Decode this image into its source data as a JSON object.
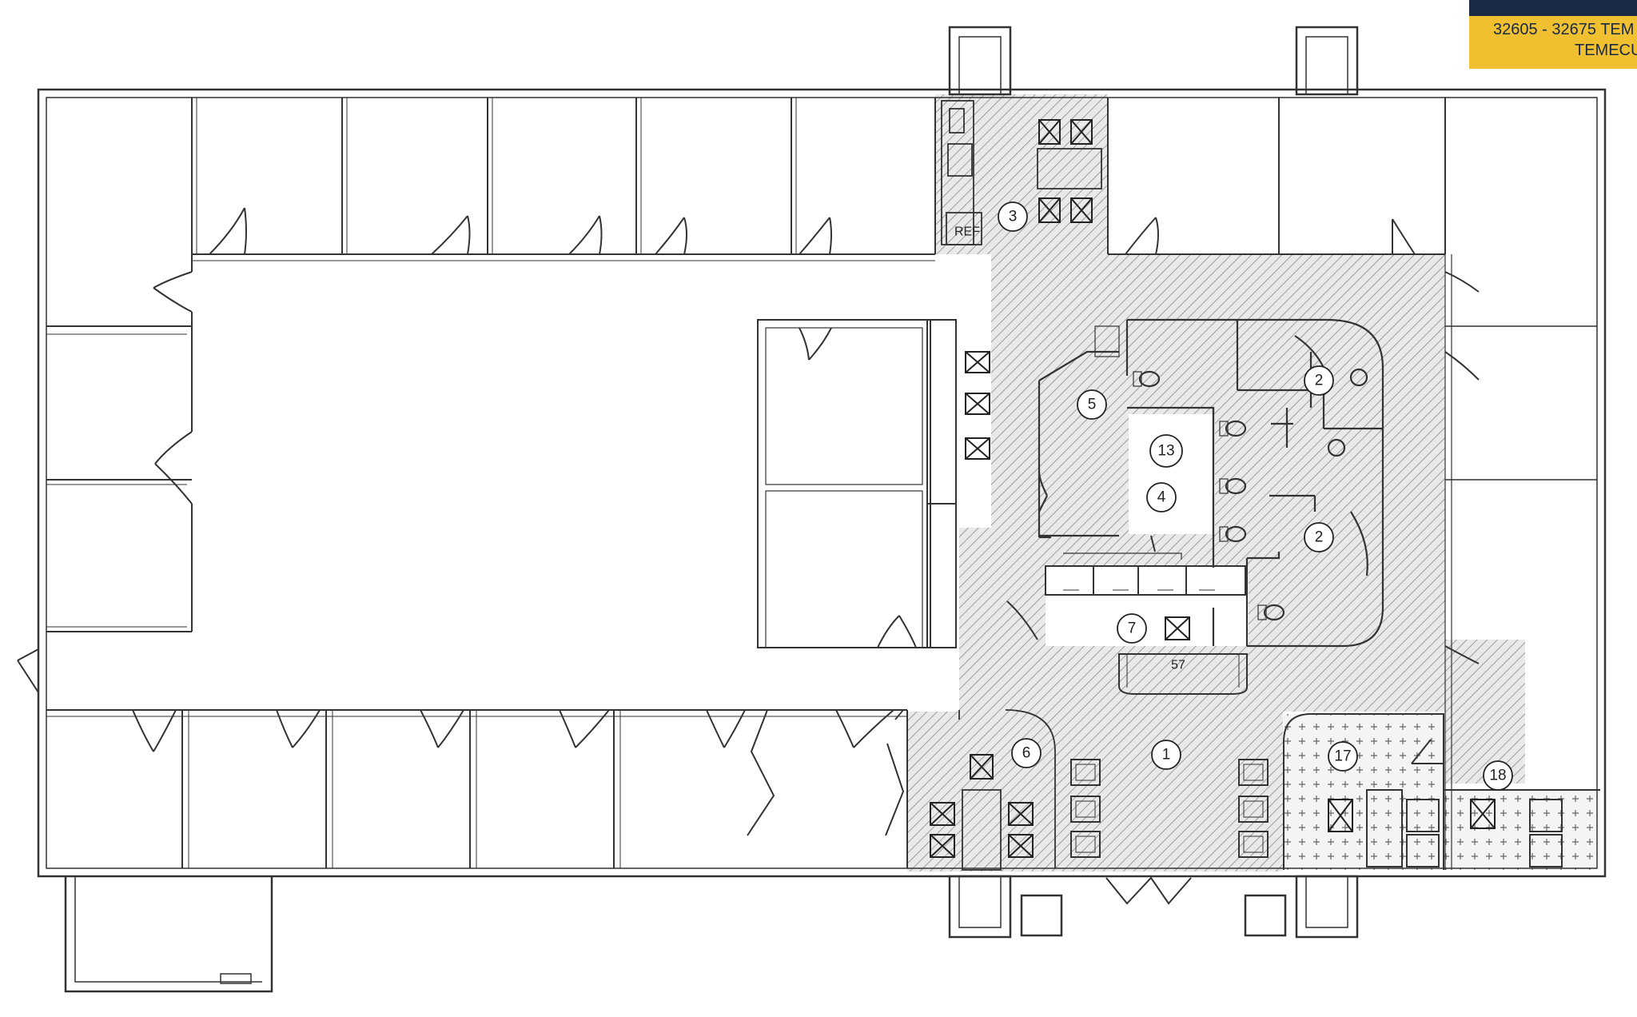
{
  "header": {
    "address_line1": "32605 - 32675 TEM",
    "address_line2": "TEMECU"
  },
  "labels": {
    "ref": "REF",
    "unit_57": "57"
  },
  "rooms": [
    {
      "id": "room-1",
      "number": "1"
    },
    {
      "id": "room-2a",
      "number": "2"
    },
    {
      "id": "room-2b",
      "number": "2"
    },
    {
      "id": "room-3",
      "number": "3"
    },
    {
      "id": "room-4",
      "number": "4"
    },
    {
      "id": "room-5",
      "number": "5"
    },
    {
      "id": "room-6",
      "number": "6"
    },
    {
      "id": "room-7",
      "number": "7"
    },
    {
      "id": "room-13",
      "number": "13"
    },
    {
      "id": "room-17",
      "number": "17"
    },
    {
      "id": "room-18",
      "number": "18"
    }
  ],
  "colors": {
    "header_navy": "#1a2a44",
    "header_gold": "#f0c030",
    "line": "#333333"
  }
}
